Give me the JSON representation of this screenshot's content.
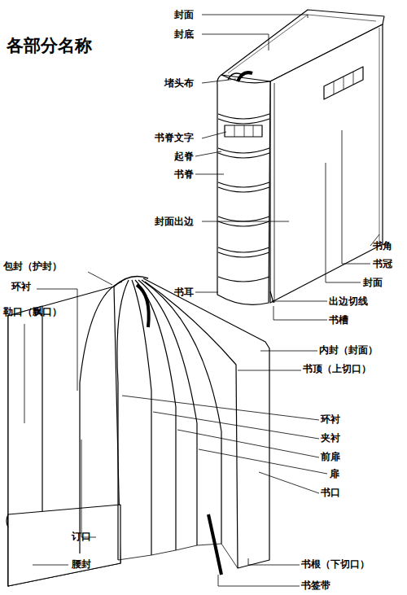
{
  "diagram": {
    "title": "各部分名称",
    "labels": [
      "封面",
      "封底",
      "堵头布",
      "书脊文字",
      "起脊",
      "书脊",
      "封面出边",
      "书角",
      "书冠",
      "封面",
      "书耳",
      "出边切线",
      "书槽",
      "包封（护封）",
      "环衬",
      "勒口（飘口）",
      "订口",
      "腰封",
      "内封（封面）",
      "书顶（上切口）",
      "环衬",
      "夹衬",
      "前扉",
      "扉",
      "书口",
      "书根（下切口）",
      "书签带"
    ]
  }
}
